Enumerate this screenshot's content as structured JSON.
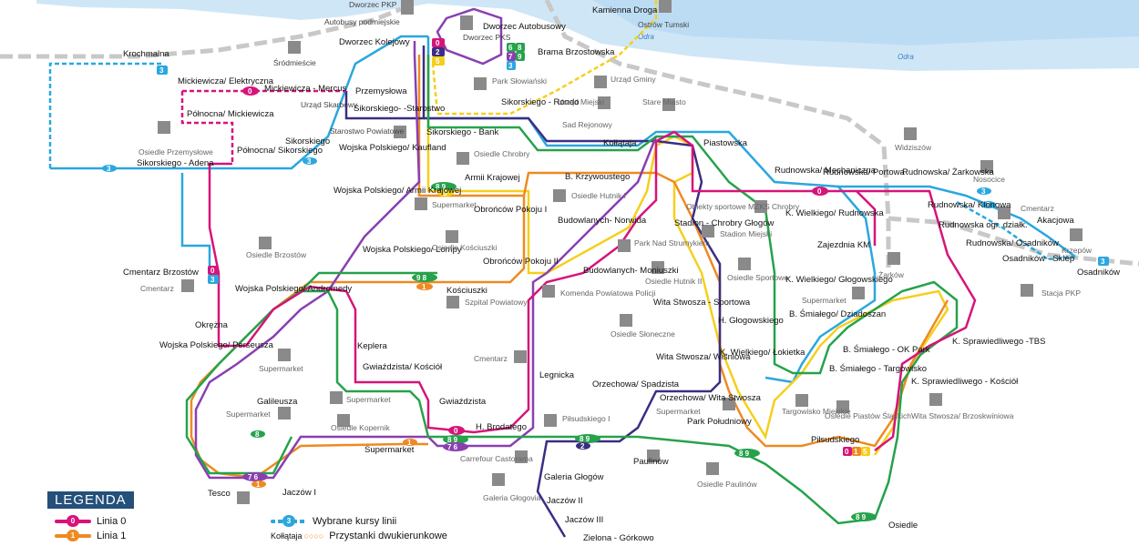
{
  "colors": {
    "line0": "#d6147a",
    "line1": "#ee8a22",
    "line2": "#3c2d84",
    "line3": "#2aa7df",
    "line5": "#f5cf1c",
    "line6": "#8a3fb1",
    "line7": "#9a3fa8",
    "line8": "#1f9c4a",
    "line9": "#26a24b",
    "river": "#cfe6f7",
    "rail": "#c8c8c8",
    "legend_header": "#24507a"
  },
  "river_labels": [
    "Odra",
    "Odra"
  ],
  "stops": [
    "Dworzec PKP",
    "Autobusy podmiejskie",
    "Dworzec Kolejowy",
    "Dworzec PKS",
    "Dworzec Autobusowy",
    "Kamienna Droga",
    "Ostrów Tumski",
    "Brama Brzostowska",
    "Krochmalna",
    "Śródmieście",
    "Mickiewicza/ Elektryczna",
    "Mickiewicza - Mercus",
    "Przemysłowa",
    "Północna/ Mickiewicza",
    "Sikorskiego- -Starostwo",
    "Urząd Skarbowy",
    "Park Słowiański",
    "Urząd Gminy",
    "Urząd Miejski",
    "Stare Miasto",
    "Sad Rejonowy",
    "Sikorskiego - Rondo",
    "Sikorskiego",
    "Sikorskiego - Bank",
    "Starostwo Powiatowe",
    "Wojska Polskiego/ Kaufland",
    "Osiedle Chrobry",
    "Kołłątaja",
    "Piastowska",
    "Północna/ Sikorskiego",
    "Osiedle Przemysłowe",
    "Sikorskiego - Adena",
    "Armii Krajowej",
    "B. Krzywoustego",
    "Widziszów",
    "Rudnowska/ Mechaniczna",
    "Rudnowska/ Portowa",
    "Rudnowska/ Żarkowska",
    "Nosocice",
    "Cmentarz",
    "Akacjowa",
    "Rudnowska/ Klonowa",
    "Rudnowska ogr. działk.",
    "Rudnowska/ Osadników",
    "Krzepów",
    "Osadników - Sklep",
    "Osadników",
    "Wojska Polskiego/ Armii Krajowej",
    "Supermarket",
    "Osiedle Hutnik I",
    "Obrońców Pokoju I",
    "Budowlanych- Norwida",
    "Obiekty sportowe MZKS Chrobry",
    "Stadion - Chrobry Głogów",
    "Stadion Miejski",
    "K. Wielkiego/ Rudnowska",
    "Zajezdnia KM",
    "Osiedle Brzostów",
    "Wojska Polskiego/ Lompy",
    "Osiedle Kościuszki",
    "Park Nad Strumykiem",
    "Obrońców Pokoju II",
    "Żarków",
    "Cmentarz Brzostów",
    "Cmentarz",
    "Wojska Polskiego/ Andromedy",
    "Kościuszki",
    "Budowlanych- Moniuszki",
    "Osiedle Hutnik II",
    "Osiedle Sportowe",
    "K. Wielkiego/ Głogowskiego",
    "Supermarket",
    "Stacja PKP",
    "Szpital Powiatowy",
    "Komenda Powiatowa Policji",
    "Wita Stwosza - Sportowa",
    "B. Śmiałego/ Dziadoszan",
    "Okrężna",
    "H. Głogowskiego",
    "Osiedle Słoneczne",
    "Wojska Polskiego/ Perseusza",
    "Keplera",
    "Supermarket",
    "K. Wielkiego/ Łokietka",
    "B. Śmiałego - OK Park",
    "K. Sprawiedliwego -TBS",
    "Cmentarz",
    "Wita Stwosza/ Wiśniowa",
    "Gwiaździsta/ Kościół",
    "Legnicka",
    "B. Śmiałego - Targowisko",
    "K. Sprawiedliwego - Kościół",
    "Orzechowa/ Spadzista",
    "Galileusza",
    "Supermarket",
    "Orzechowa/ Wita Stwosza",
    "Gwiaździsta",
    "Supermarket",
    "Osiedle Kopernik",
    "Targowisko Miejskie",
    "Supermarket",
    "Osiedle Piastów Śląskich",
    "Wita Stwosza/ Brzoskwiniowa",
    "Park Południowy",
    "Piłsudskiego I",
    "H. Brodatego",
    "Piłsudskiego",
    "Supermarket",
    "Carrefour Castorama",
    "Paulinów",
    "Galeria Głogów",
    "Osiedle Paulinów",
    "Galeria Głogovia",
    "Tesco",
    "Jaczów I",
    "Jaczów II",
    "Jaczów III",
    "Zielona - Górkowo",
    "Osiedle"
  ],
  "legend": {
    "title": "LEGENDA",
    "line0_label": "Linia 0",
    "line0_num": "0",
    "line1_label": "Linia 1",
    "line1_num": "1",
    "selected_label": "Wybrane kursy linii",
    "selected_num": "3",
    "twoway_stop_example": "Kołłątaja",
    "twoway_label": "Przystanki dwukierunkowe"
  }
}
